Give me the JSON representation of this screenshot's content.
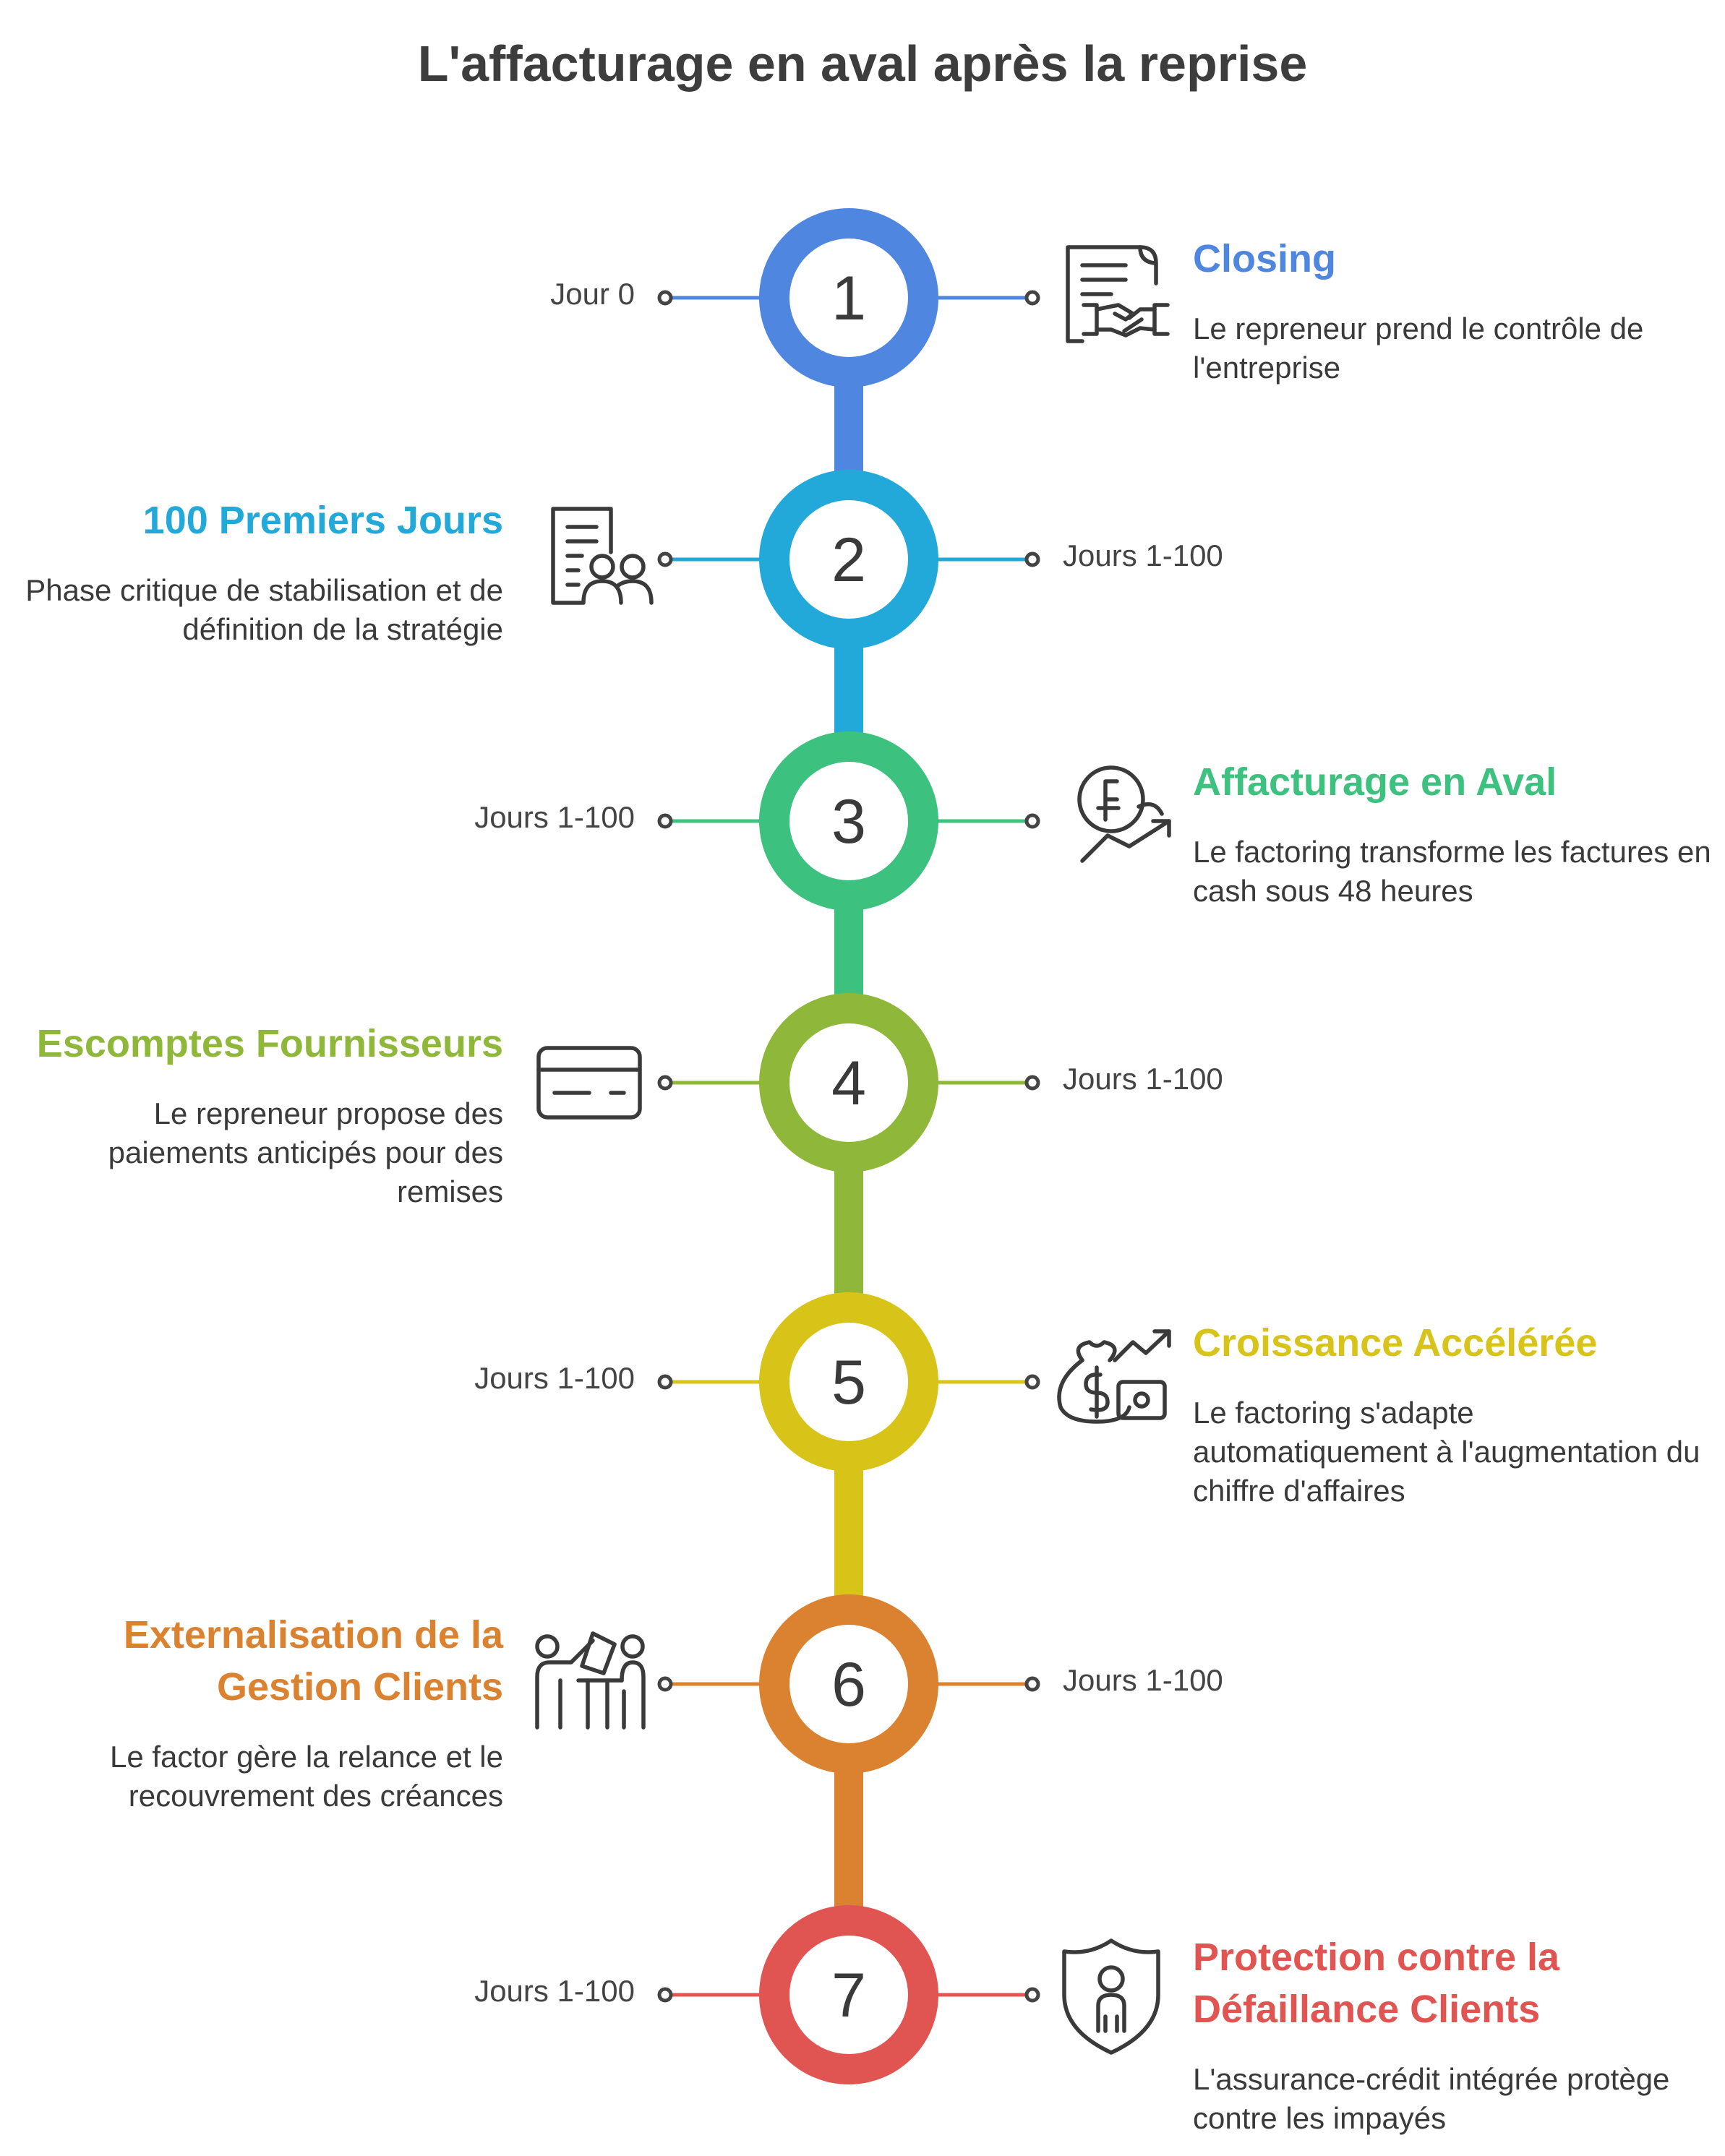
{
  "title": "L'affacturage en aval après la reprise",
  "steps": [
    {
      "number": "1",
      "date": "Jour 0",
      "heading": "Closing",
      "description": "Le repreneur prend le contrôle de l'entreprise",
      "color": "#4f87e0",
      "icon": "contract-handshake-icon"
    },
    {
      "number": "2",
      "date": "Jours 1-100",
      "heading": "100 Premiers Jours",
      "description": "Phase critique de stabilisation et de définition de la stratégie",
      "color": "#22a9da",
      "icon": "document-team-icon"
    },
    {
      "number": "3",
      "date": "Jours 1-100",
      "heading": "Affacturage en Aval",
      "description": "Le factoring transforme les factures en cash sous 48 heures",
      "color": "#3cc17e",
      "icon": "franc-growth-icon"
    },
    {
      "number": "4",
      "date": "Jours 1-100",
      "heading": "Escomptes Fournisseurs",
      "description": "Le repreneur propose des paiements anticipés pour des remises",
      "color": "#8fb83a",
      "icon": "credit-card-icon"
    },
    {
      "number": "5",
      "date": "Jours 1-100",
      "heading": "Croissance Accélérée",
      "description": "Le factoring s'adapte automatiquement à l'augmentation du chiffre d'affaires",
      "color": "#d8c318",
      "icon": "money-growth-icon"
    },
    {
      "number": "6",
      "date": "Jours 1-100",
      "heading": "Externalisation de la Gestion Clients",
      "description": "Le factor gère la relance et le recouvrement des créances",
      "color": "#db8230",
      "icon": "presentation-people-icon"
    },
    {
      "number": "7",
      "date": "Jours 1-100",
      "heading": "Protection contre la Défaillance Clients",
      "description": "L'assurance-crédit intégrée protège contre les impayés",
      "color": "#e05452",
      "icon": "shield-person-icon"
    }
  ]
}
